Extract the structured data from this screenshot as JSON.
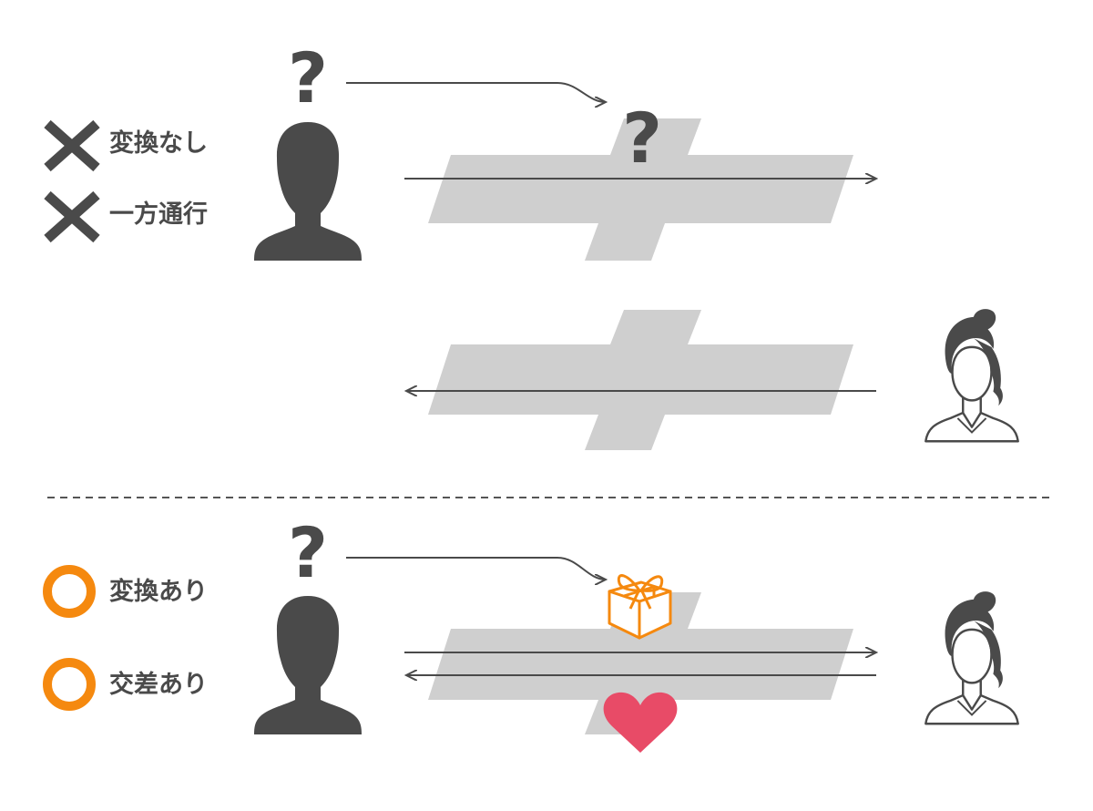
{
  "labels": {
    "no_conversion": "変換なし",
    "one_way": "一方通行",
    "conversion": "変換あり",
    "crossing": "交差あり"
  },
  "symbols": {
    "question": "?"
  },
  "icons": {
    "negative": "x-mark-icon",
    "positive": "circle-icon",
    "person_male": "male-silhouette-icon",
    "person_female": "female-outline-icon",
    "gift": "gift-box-icon",
    "heart": "heart-icon"
  },
  "colors": {
    "dark": "#4a4a4a",
    "plate": "#cfcfcf",
    "orange": "#f5890f",
    "heart": "#e84b67",
    "divider": "#555555"
  }
}
